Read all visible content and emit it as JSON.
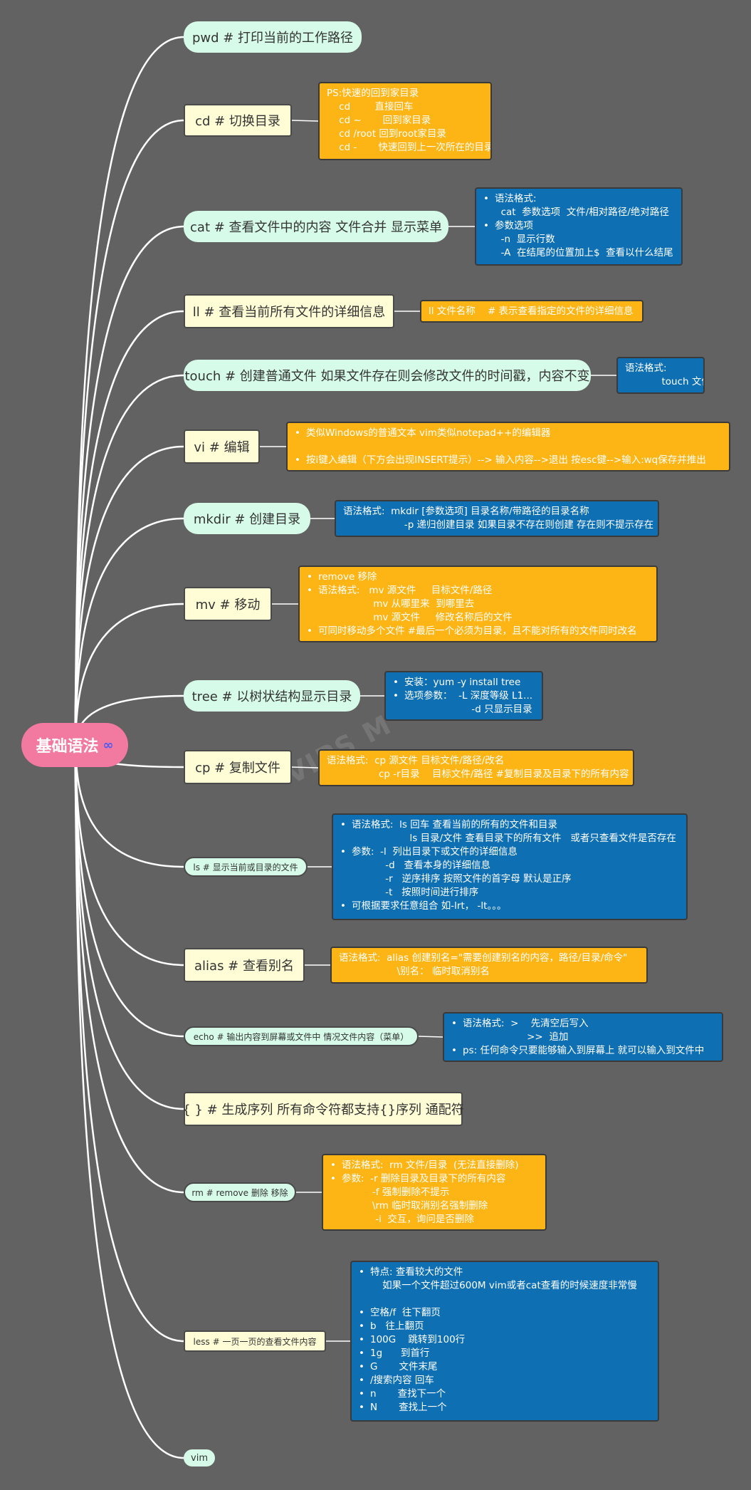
{
  "root": {
    "label": "基础语法"
  },
  "watermark": "VIPS M",
  "topics": [
    {
      "key": "pwd",
      "label": "pwd   # 打印当前的工作路径"
    },
    {
      "key": "cd",
      "label": "cd   # 切换目录"
    },
    {
      "key": "cat",
      "label": "cat   # 查看文件中的内容  文件合并  显示菜单"
    },
    {
      "key": "ll",
      "label": "ll   # 查看当前所有文件的详细信息"
    },
    {
      "key": "touch",
      "label": "touch   # 创建普通文件 如果文件存在则会修改文件的时间戳，内容不变"
    },
    {
      "key": "vi",
      "label": "vi  # 编辑"
    },
    {
      "key": "mkdir",
      "label": "mkdir   # 创建目录"
    },
    {
      "key": "mv",
      "label": "mv   # 移动"
    },
    {
      "key": "tree",
      "label": "tree   # 以树状结构显示目录"
    },
    {
      "key": "cp",
      "label": "cp   # 复制文件"
    },
    {
      "key": "ls",
      "label": "ls   # 显示当前或目录的文件"
    },
    {
      "key": "alias",
      "label": "alias   # 查看别名"
    },
    {
      "key": "echo",
      "label": "echo   # 输出内容到屏幕或文件中 情况文件内容（菜单）"
    },
    {
      "key": "seq",
      "label": "{ }   # 生成序列 所有命令符都支持{}序列 通配符"
    },
    {
      "key": "rm",
      "label": "rm   # remove 删除 移除"
    },
    {
      "key": "less",
      "label": "less   # 一页一页的查看文件内容"
    },
    {
      "key": "vim",
      "label": "vim"
    }
  ],
  "notes": [
    {
      "key": "cd_note",
      "lines": [
        {
          "t": "PS:快速的回到家目录"
        },
        {
          "t": "    cd        直接回车"
        },
        {
          "t": "    cd ~       回到家目录"
        },
        {
          "t": "    cd /root 回到root家目录"
        },
        {
          "t": "    cd -       快速回到上一次所在的目录"
        }
      ]
    },
    {
      "key": "cat_note",
      "lines": [
        {
          "t": "语法格式:",
          "b": true
        },
        {
          "t": "  cat  参数选项  文件/相对路径/绝对路径",
          "i": true
        },
        {
          "t": "参数选项",
          "b": true
        },
        {
          "t": "  -n  显示行数",
          "i": true
        },
        {
          "t": "  -A  在结尾的位置加上$  查看以什么结尾",
          "i": true
        }
      ]
    },
    {
      "key": "ll_note",
      "lines": [
        {
          "t": "ll 文件名称    # 表示查看指定的文件的详细信息"
        }
      ]
    },
    {
      "key": "touch_note",
      "lines": [
        {
          "t": "语法格式:"
        },
        {
          "t": "            touch 文件名称"
        }
      ]
    },
    {
      "key": "vi_note",
      "lines": [
        {
          "t": "类似Windows的普通文本 vim类似notepad++的编辑器",
          "b": true
        },
        {
          "t": ""
        },
        {
          "t": "按i键入编辑（下方会出现INSERT提示）--> 输入内容-->退出 按esc键-->输入:wq保存并推出",
          "b": true
        }
      ]
    },
    {
      "key": "mkdir_note",
      "lines": [
        {
          "t": "语法格式:  mkdir [参数选项] 目录名称/带路径的目录名称"
        },
        {
          "t": "                    -p 递归创建目录 如果目录不存在则创建 存在则不提示存在"
        }
      ]
    },
    {
      "key": "mv_note",
      "lines": [
        {
          "t": "remove 移除",
          "b": true
        },
        {
          "t": "语法格式:   mv 源文件     目标文件/路径",
          "b": true
        },
        {
          "t": "                  mv 从哪里来  到哪里去",
          "i": true
        },
        {
          "t": "                  mv 源文件     修改名称后的文件",
          "i": true
        },
        {
          "t": "可同时移动多个文件 #最后一个必须为目录，且不能对所有的文件同时改名",
          "b": true
        }
      ]
    },
    {
      "key": "tree_note",
      "lines": [
        {
          "t": "安装：yum -y install tree",
          "b": true
        },
        {
          "t": "选项参数：  -L 深度等级 L1...",
          "b": true
        },
        {
          "t": "                      -d 只显示目录",
          "i": true
        }
      ]
    },
    {
      "key": "cp_note",
      "lines": [
        {
          "t": "语法格式:  cp 源文件 目标文件/路径/改名"
        },
        {
          "t": "                 cp -r目录    目标文件/路径 #复制目录及目录下的所有内容"
        }
      ]
    },
    {
      "key": "ls_note",
      "lines": [
        {
          "t": "语法格式:  ls 回车 查看当前的所有的文件和目录",
          "b": true
        },
        {
          "t": "                   ls 目录/文件 查看目录下的所有文件   或者只查看文件是否存在",
          "i": true
        },
        {
          "t": "参数:  -l  列出目录下或文件的详细信息",
          "b": true
        },
        {
          "t": "           -d   查看本身的详细信息",
          "i": true
        },
        {
          "t": "           -r   逆序排序 按照文件的首字母 默认是正序",
          "i": true
        },
        {
          "t": "           -t   按照时间进行排序",
          "i": true
        },
        {
          "t": "可根据要求任意组合 如-lrt， -lt。。。",
          "b": true
        }
      ]
    },
    {
      "key": "alias_note",
      "lines": [
        {
          "t": "语法格式:  alias 创建别名=\"需要创建别名的内容，路径/目录/命令\""
        },
        {
          "t": "                   \\别名： 临时取消别名"
        }
      ]
    },
    {
      "key": "echo_note",
      "lines": [
        {
          "t": "语法格式:  >    先清空后写入",
          "b": true
        },
        {
          "t": "                     >>  追加",
          "i": true
        },
        {
          "t": "ps: 任何命令只要能够输入到屏幕上 就可以输入到文件中",
          "b": true
        }
      ]
    },
    {
      "key": "rm_note",
      "lines": [
        {
          "t": "语法格式:  rm 文件/目录  (无法直接删除)",
          "b": true
        },
        {
          "t": "参数:  -r 删除目录及目录下的所有内容",
          "b": true
        },
        {
          "t": "          -f 强制删除不提示",
          "i": true
        },
        {
          "t": "          \\rm 临时取消别名强制删除",
          "i": true
        },
        {
          "t": "           -i  交互，询问是否删除",
          "i": true
        }
      ]
    },
    {
      "key": "less_note",
      "lines": [
        {
          "t": "特点: 查看较大的文件",
          "b": true
        },
        {
          "t": "    如果一个文件超过600M vim或者cat查看的时候速度非常慢",
          "i": true
        },
        {
          "t": ""
        },
        {
          "t": "空格/f  往下翻页",
          "b": true
        },
        {
          "t": "b   往上翻页",
          "b": true
        },
        {
          "t": "100G    跳转到100行",
          "b": true
        },
        {
          "t": "1g      到首行",
          "b": true
        },
        {
          "t": "G       文件末尾",
          "b": true
        },
        {
          "t": "/搜索内容 回车",
          "b": true
        },
        {
          "t": "n       查找下一个",
          "b": true
        },
        {
          "t": "N       查找上一个",
          "b": true
        }
      ]
    }
  ],
  "colors": {
    "background": "#626262",
    "root": "#f27aa0",
    "mint": "#d6fbe9",
    "cream": "#fffdd6",
    "orange": "#fdb515",
    "blue": "#0e6fb3",
    "line": "#ffffff"
  }
}
